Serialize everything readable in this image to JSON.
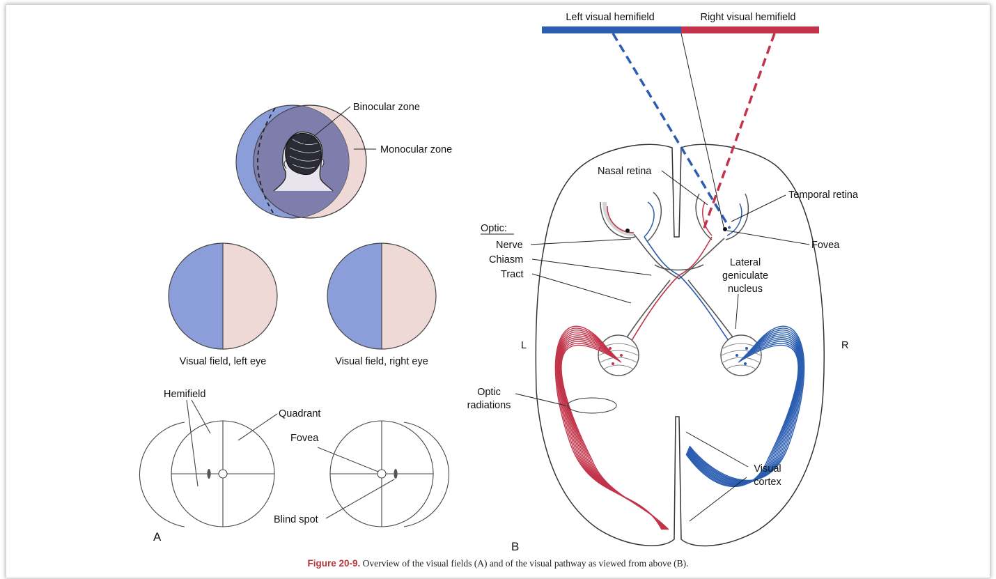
{
  "colors": {
    "left_field": "#8b9ed9",
    "right_field": "#efd9d6",
    "blue_path": "#2255b5",
    "red_path": "#c23545",
    "binocular": "#7f7dab"
  },
  "labels": {
    "left_hemifield": "Left visual hemifield",
    "right_hemifield": "Right visual hemifield",
    "binocular_zone": "Binocular zone",
    "monocular_zone": "Monocular zone",
    "vf_left_eye": "Visual field, left eye",
    "vf_right_eye": "Visual field, right eye",
    "hemifield": "Hemifield",
    "quadrant": "Quadrant",
    "fovea_a": "Fovea",
    "blind_spot": "Blind spot",
    "panel_a": "A",
    "panel_b": "B",
    "nasal_retina": "Nasal retina",
    "temporal_retina": "Temporal retina",
    "fovea_b": "Fovea",
    "optic_heading": "Optic:",
    "nerve": "Nerve",
    "chiasm": "Chiasm",
    "tract": "Tract",
    "lgn_1": "Lateral",
    "lgn_2": "geniculate",
    "lgn_3": "nucleus",
    "side_l": "L",
    "side_r": "R",
    "optic_rad_1": "Optic",
    "optic_rad_2": "radiations",
    "visual_cortex_1": "Visual",
    "visual_cortex_2": "cortex"
  },
  "caption": {
    "figure_label": "Figure 20-9.",
    "text": " Overview of the visual fields (A) and of the visual pathway as viewed from above (B)."
  }
}
